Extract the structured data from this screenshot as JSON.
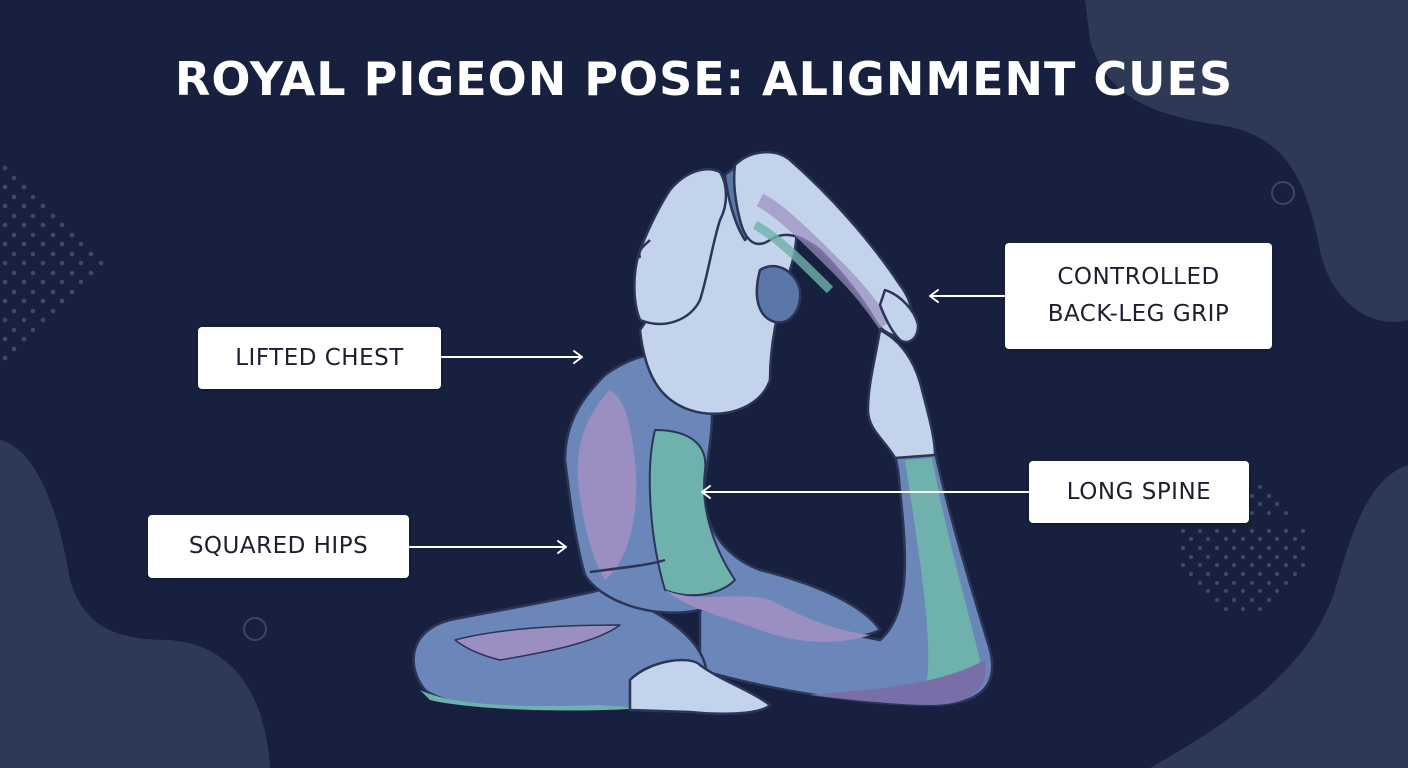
{
  "title": "ROYAL PIGEON POSE: ALIGNMENT CUES",
  "colors": {
    "background": "#17213f",
    "blob": "#2e3a55",
    "label_bg": "#ffffff",
    "label_text": "#1b1f2e",
    "arrow": "#ffffff",
    "figure_light": "#c4d3ec",
    "figure_blue": "#6b86b8",
    "figure_purple": "#9a8fc0",
    "figure_teal": "#6fb1ad",
    "figure_outline": "#2a3558"
  },
  "labels": [
    {
      "id": "lifted-chest",
      "text": "LIFTED CHEST"
    },
    {
      "id": "squared-hips",
      "text": "SQUARED HIPS"
    },
    {
      "id": "controlled-grip",
      "line1": "CONTROLLED",
      "line2": "BACK-LEG GRIP"
    },
    {
      "id": "long-spine",
      "text": "LONG SPINE"
    }
  ],
  "illustration": {
    "subject": "yoga figure in royal pigeon pose"
  }
}
